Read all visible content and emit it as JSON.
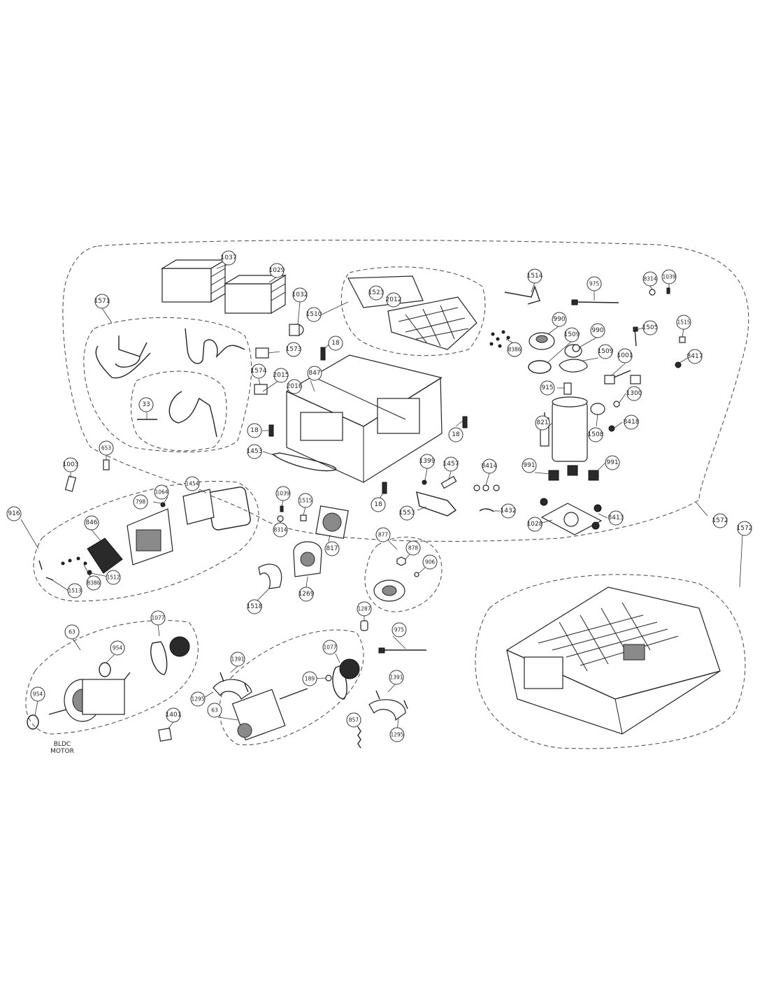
{
  "callouts": {
    "c1037": "1037",
    "c1029": "1029",
    "c1032": "1032",
    "c1571": "1571",
    "c1523": "1523",
    "c2012": "2012",
    "c1510": "1510",
    "c1514": "1514",
    "c975a": "975",
    "c8314a": "8314",
    "c1039a": "1039",
    "c990a": "990",
    "c990b": "990",
    "c1509a": "1509",
    "c1509b": "1509",
    "c1505": "1505",
    "c1515a": "1515",
    "c8386a": "8386",
    "c8417": "8417",
    "c1001": "1001",
    "c18a": "18",
    "c1573": "1573",
    "c1574": "1574",
    "c2015": "2015",
    "c2016": "2016",
    "c847": "847",
    "c33": "33",
    "c915": "915",
    "c1300": "1300",
    "c821": "821",
    "c1508": "1508",
    "c8418": "8418",
    "c18b": "18",
    "c18c": "18",
    "c653": "653",
    "c1003": "1003",
    "c1453": "1453",
    "c1399": "1399",
    "c1457": "1457",
    "c8414": "8414",
    "c991a": "991",
    "c991b": "991",
    "c1064": "1064",
    "c1454": "1454",
    "c798": "798",
    "c1039b": "1039",
    "c1515b": "1515",
    "c18d": "18",
    "c1553": "1553",
    "c1432": "1432",
    "c916": "916",
    "c846": "846",
    "c8314b": "8314",
    "c817": "817",
    "c1028": "1028",
    "c8413": "8413",
    "c1572a": "1572",
    "c1572b": "1572",
    "c877": "877",
    "c878": "878",
    "c906": "906",
    "c8386b": "8386",
    "c1512": "1512",
    "c1513": "1513",
    "c1518": "1518",
    "c1269": "1269",
    "c1287": "1287",
    "c63a": "63",
    "c1077a": "1077",
    "c975b": "975",
    "c954a": "954",
    "c1391a": "1391",
    "c1077b": "1077",
    "c954b": "954",
    "c189": "189",
    "c1391b": "1391",
    "c1295a": "1295",
    "c63b": "63",
    "c1401": "1401",
    "c857": "857",
    "c1295b": "1295"
  },
  "captions": {
    "bldc_line1": "BLDC",
    "bldc_line2": "MOTOR"
  },
  "colors": {
    "ink": "#222222",
    "background": "#ffffff"
  }
}
